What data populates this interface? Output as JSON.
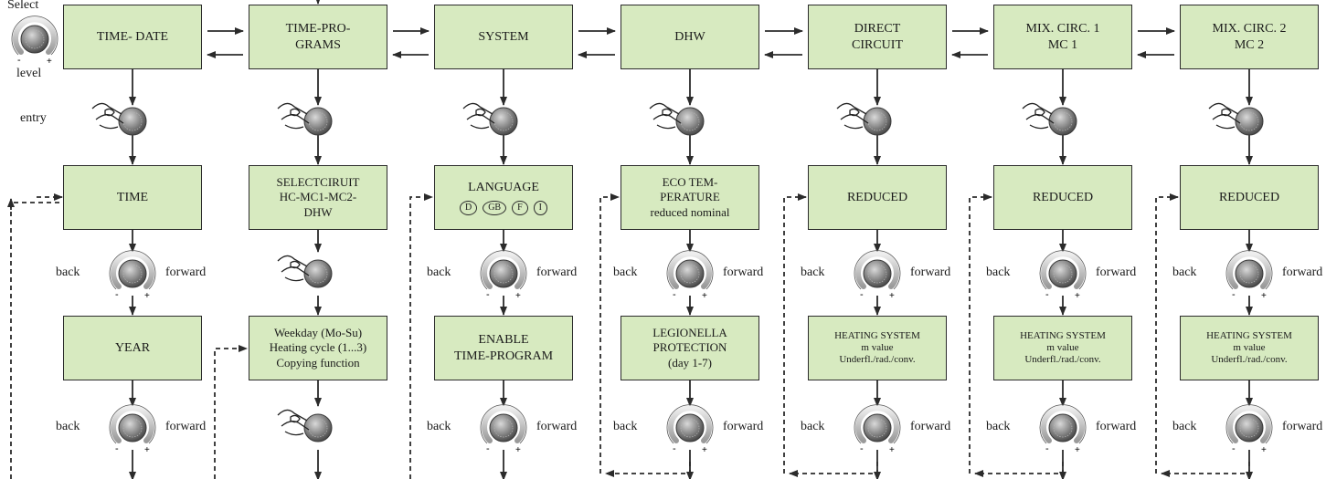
{
  "legend": {
    "select": "Select",
    "level": "level",
    "entry": "entry"
  },
  "nav": {
    "back": "back",
    "forward": "forward"
  },
  "columns": [
    {
      "top": [
        "TIME- DATE"
      ],
      "second": [
        "TIME"
      ],
      "third": [
        "YEAR"
      ]
    },
    {
      "top": [
        "TIME-PRO-",
        "GRAMS"
      ],
      "second": [
        "SELECTCIRUIT",
        "HC-MC1-MC2-",
        "DHW"
      ],
      "third": [
        "Weekday (Mo-Su)",
        "Heating cycle (1...3)",
        "Copying function"
      ]
    },
    {
      "top": [
        "SYSTEM"
      ],
      "second": [
        "LANGUAGE"
      ],
      "second_options": [
        "D",
        "GB",
        "F",
        "I"
      ],
      "third": [
        "ENABLE",
        "TIME-PROGRAM"
      ]
    },
    {
      "top": [
        "DHW"
      ],
      "second": [
        "ECO TEM-",
        "PERATURE",
        "reduced nominal"
      ],
      "third": [
        "LEGIONELLA",
        "PROTECTION",
        "(day 1-7)"
      ]
    },
    {
      "top": [
        "DIRECT",
        "CIRCUIT"
      ],
      "second": [
        "REDUCED"
      ],
      "third": [
        "HEATING SYSTEM",
        "m value",
        "Underfl./rad./conv."
      ]
    },
    {
      "top": [
        "MIX. CIRC. 1",
        "MC 1"
      ],
      "second": [
        "REDUCED"
      ],
      "third": [
        "HEATING SYSTEM",
        "m value",
        "Underfl./rad./conv."
      ]
    },
    {
      "top": [
        "MIX. CIRC. 2",
        "MC 2"
      ],
      "second": [
        "REDUCED"
      ],
      "third": [
        "HEATING SYSTEM",
        "m value",
        "Underfl./rad./conv."
      ]
    }
  ],
  "colors": {
    "box_fill": "#d7eac0",
    "line": "#2b2b2b",
    "knob": "#8a8a8a"
  }
}
